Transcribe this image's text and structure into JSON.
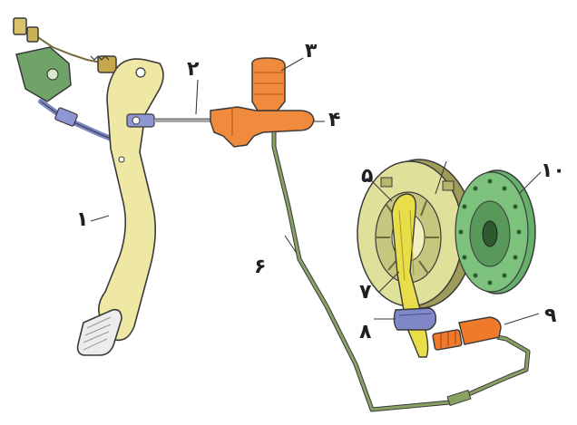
{
  "labels": {
    "n1": "۱",
    "n2": "۲",
    "n3": "۳",
    "n4": "۴",
    "n5": "۵",
    "n6": "۶",
    "n7": "۷",
    "n8": "۸",
    "n9": "۹",
    "n10": "۱۰"
  },
  "colors": {
    "pedal": "#efe7a4",
    "master_cylinder": "#f08a3c",
    "pipe": "#6f8a4f",
    "bracket": "#6fa368",
    "pressure_plate": "#dfe09a",
    "clutch_disc": "#67b06b",
    "release_fork": "#e8de4a",
    "bearing": "#7f86c9",
    "slave_cylinder": "#f07a2c",
    "outline": "#3a3a3a"
  }
}
